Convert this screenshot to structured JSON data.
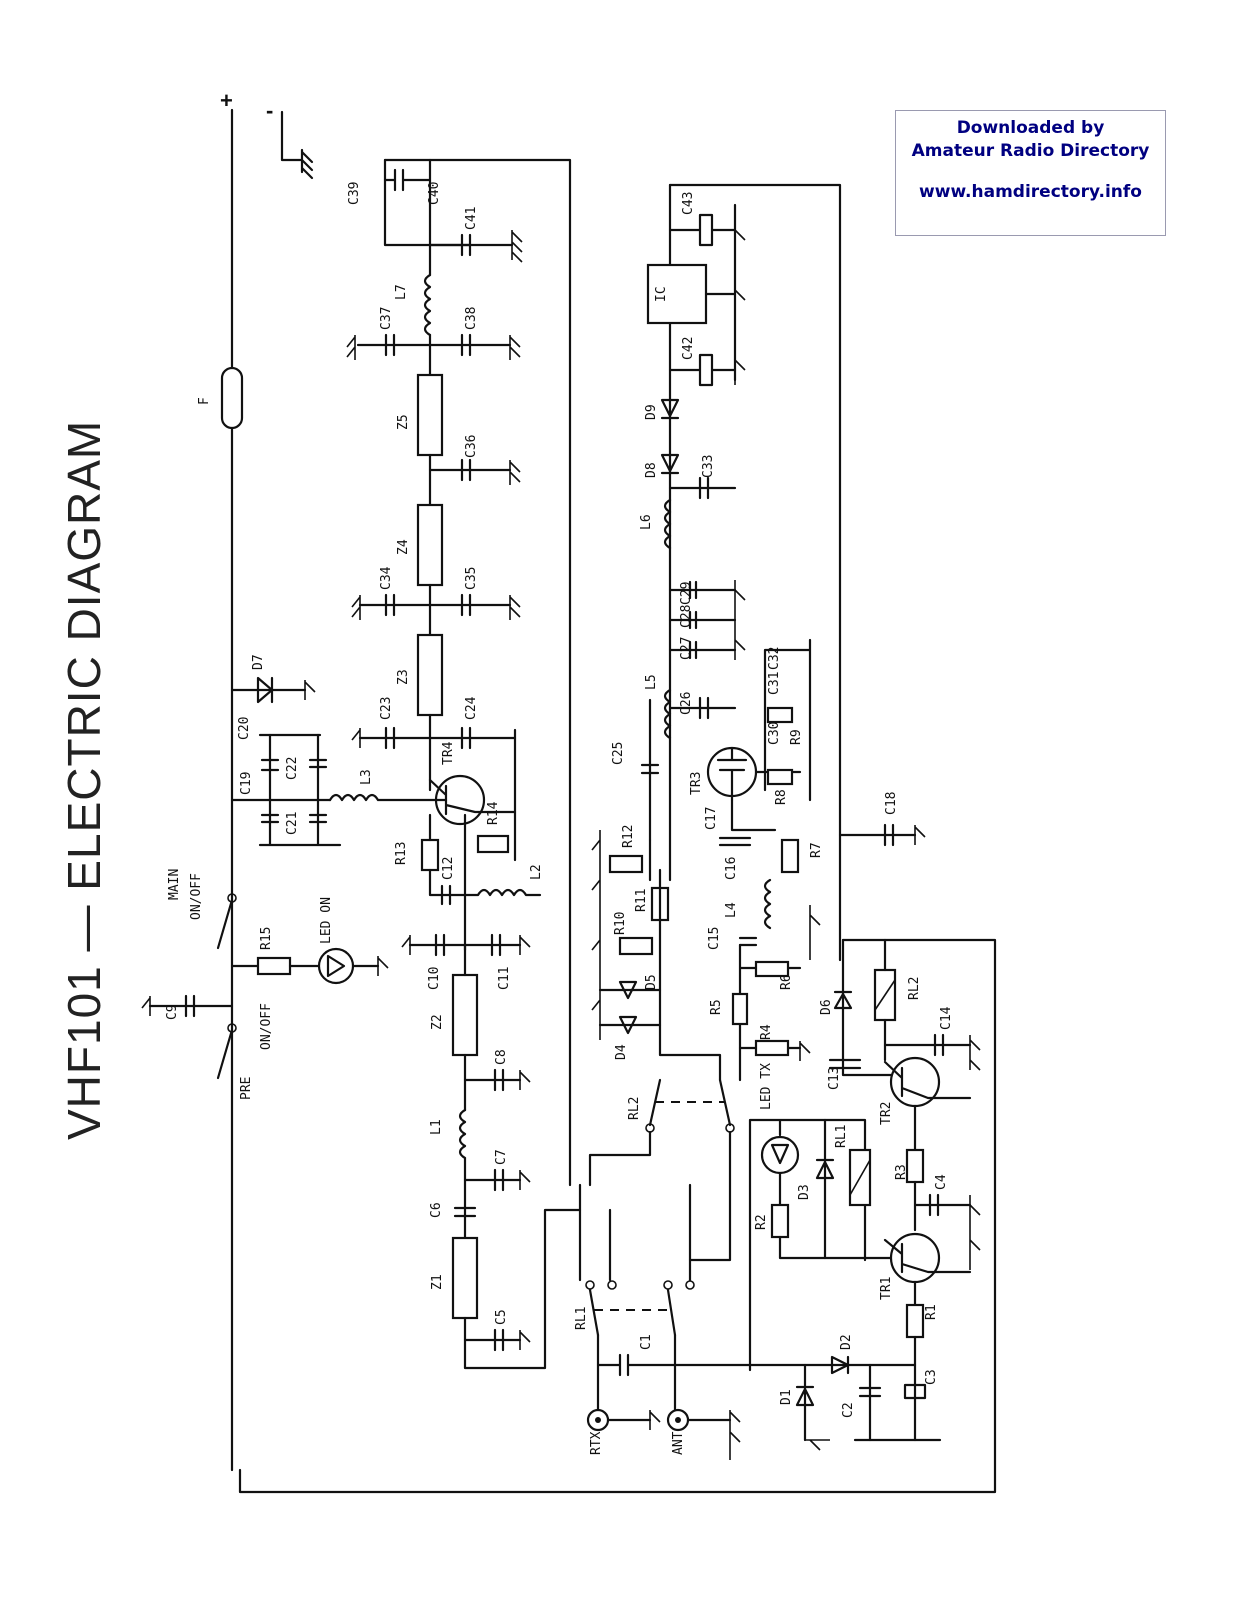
{
  "title": "VHF101 — ELECTRIC DIAGRAM",
  "credit": {
    "line1": "Downloaded by",
    "line2": "Amateur Radio Directory",
    "url": "www.hamdirectory.info"
  },
  "power": {
    "plus": "+",
    "minus": "-"
  },
  "labels": {
    "F": "F",
    "D7": "D7",
    "C9": "C9",
    "R15": "R15",
    "LED_ON": "LED ON",
    "MAIN": "MAIN",
    "MAIN_ONOFF": "ON/OFF",
    "PRE": "PRE",
    "PRE_ONOFF": "ON/OFF",
    "C19": "C19",
    "C20": "C20",
    "C21": "C21",
    "C22": "C22",
    "L3": "L3",
    "C23": "C23",
    "C24": "C24",
    "Z3": "Z3",
    "C34": "C34",
    "C35": "C35",
    "Z4": "Z4",
    "Z5": "Z5",
    "C36": "C36",
    "C37": "C37",
    "C38": "C38",
    "L7": "L7",
    "C39": "C39",
    "C40": "C40",
    "C41": "C41",
    "TR4": "TR4",
    "R13": "R13",
    "R14": "R14",
    "C12": "C12",
    "L2": "L2",
    "C10": "C10",
    "C11": "C11",
    "Z2": "Z2",
    "C8": "C8",
    "L1": "L1",
    "C7": "C7",
    "C6": "C6",
    "Z1": "Z1",
    "C5": "C5",
    "C43": "C43",
    "IC": "IC",
    "C42": "C42",
    "D9": "D9",
    "D8": "D8",
    "C33": "C33",
    "L6": "L6",
    "C29": "C29",
    "C28": "C28",
    "C27": "C27",
    "C26": "C26",
    "L5": "L5",
    "C25": "C25",
    "TR3": "TR3",
    "C30": "C30",
    "C31": "C31",
    "C32": "C32",
    "R9": "R9",
    "R8": "R8",
    "C17": "C17",
    "R7": "R7",
    "C16": "C16",
    "L4": "L4",
    "C15": "C15",
    "R6": "R6",
    "R5": "R5",
    "R4": "R4",
    "C13": "C13",
    "C18": "C18",
    "D6": "D6",
    "RL2": "RL2",
    "C14": "C14",
    "TR2": "TR2",
    "R12": "R12",
    "R11": "R11",
    "R10": "R10",
    "D5": "D5",
    "D4": "D4",
    "RL2_SW": "RL2",
    "LED_TX": "LED TX",
    "D3": "D3",
    "RL1": "RL1",
    "R2": "R2",
    "R3": "R3",
    "C4": "C4",
    "TR1": "TR1",
    "R1": "R1",
    "RL1_SW": "RL1",
    "C1": "C1",
    "RTX": "RTX",
    "ANT": "ANT",
    "D1": "D1",
    "D2": "D2",
    "C2": "C2",
    "C3": "C3"
  }
}
